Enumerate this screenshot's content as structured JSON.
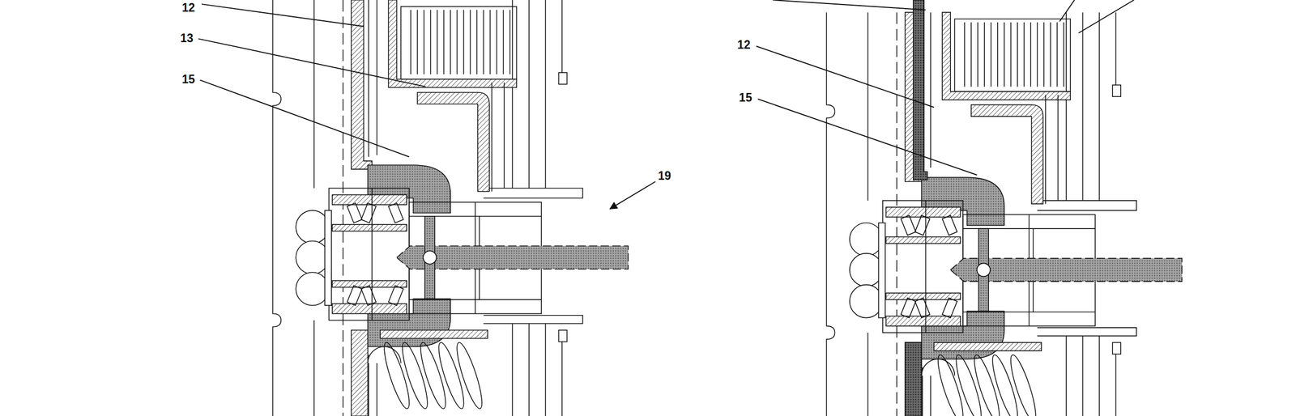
{
  "diagram": {
    "labels": [
      "12",
      "13",
      "15",
      "19",
      "12",
      "15"
    ]
  }
}
